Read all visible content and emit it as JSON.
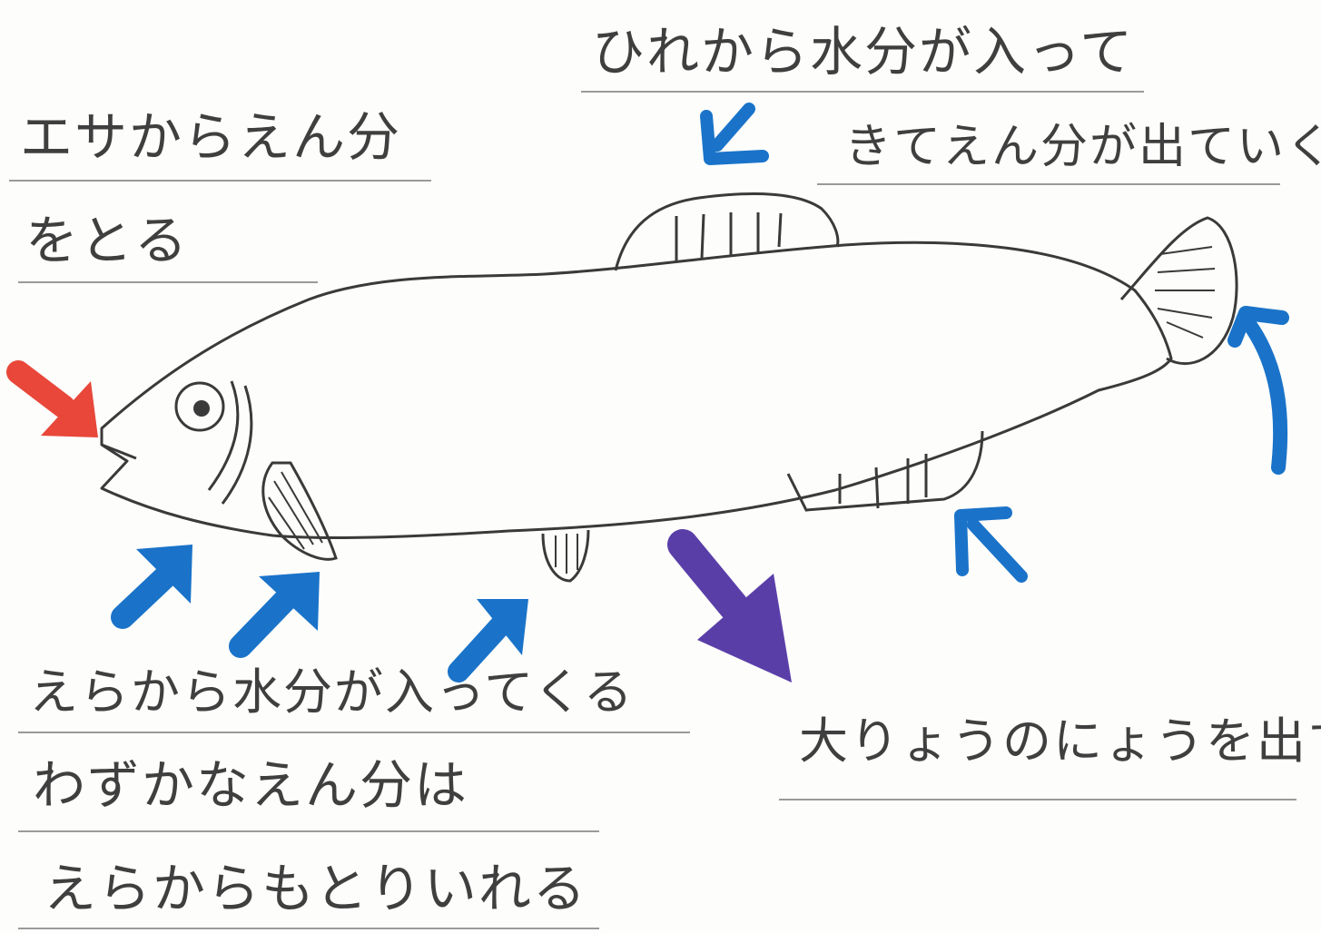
{
  "labels": {
    "top_left_line1": "エサからえん分",
    "top_left_line2": "をとる",
    "top_right_line1": "ひれから水分が入って",
    "top_right_line2": "きてえん分が出ていく",
    "bottom_left_line1": "えらから水分が入ってくる",
    "bottom_left_line2": "わずかなえん分は",
    "bottom_left_line3": "えらからもとりいれる",
    "bottom_right_line1": "大りょうのにょうを出す"
  },
  "colors": {
    "pencil": "#3a3a3a",
    "water_arrow": "#1a73c9",
    "food_arrow": "#e8473a",
    "urine_arrow": "#5a3ea8"
  }
}
